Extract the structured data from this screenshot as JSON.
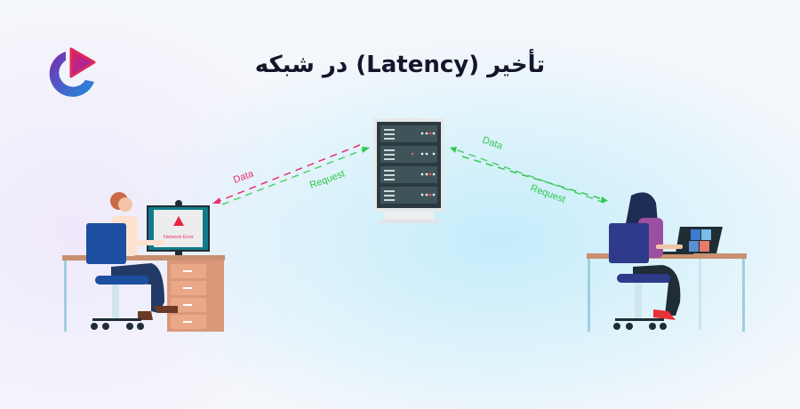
{
  "title": "تأخیر (Latency) در شبکه",
  "left_screen": {
    "error_text": "Network Error"
  },
  "left_link": {
    "data_label": "Data",
    "request_label": "Request"
  },
  "right_link": {
    "data_label": "Data",
    "request_label": "Request"
  },
  "colors": {
    "data_left": "#e8306a",
    "request": "#2ec84a",
    "title": "#15152b"
  }
}
